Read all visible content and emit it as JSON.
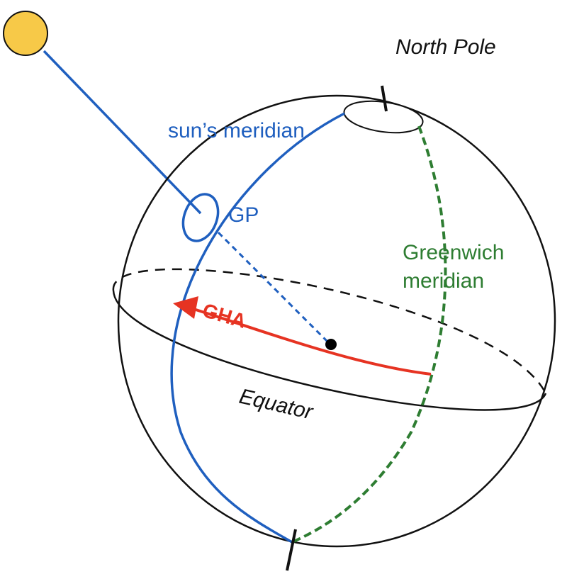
{
  "labels": {
    "north_pole": "North Pole",
    "suns_meridian": "sun’s meridian",
    "gp": "GP",
    "greenwich_line1": "Greenwich",
    "greenwich_line2": "meridian",
    "gha": "GHA",
    "equator": "Equator"
  },
  "colors": {
    "outline": "#111111",
    "sun_fill": "#f7c948",
    "suns_meridian": "#1f5fbf",
    "greenwich_meridian": "#2e7d32",
    "gha_arrow": "#e63322",
    "center_dot": "#000000"
  },
  "icons": {
    "sun": "sun-circle",
    "earth_center": "center-dot"
  }
}
